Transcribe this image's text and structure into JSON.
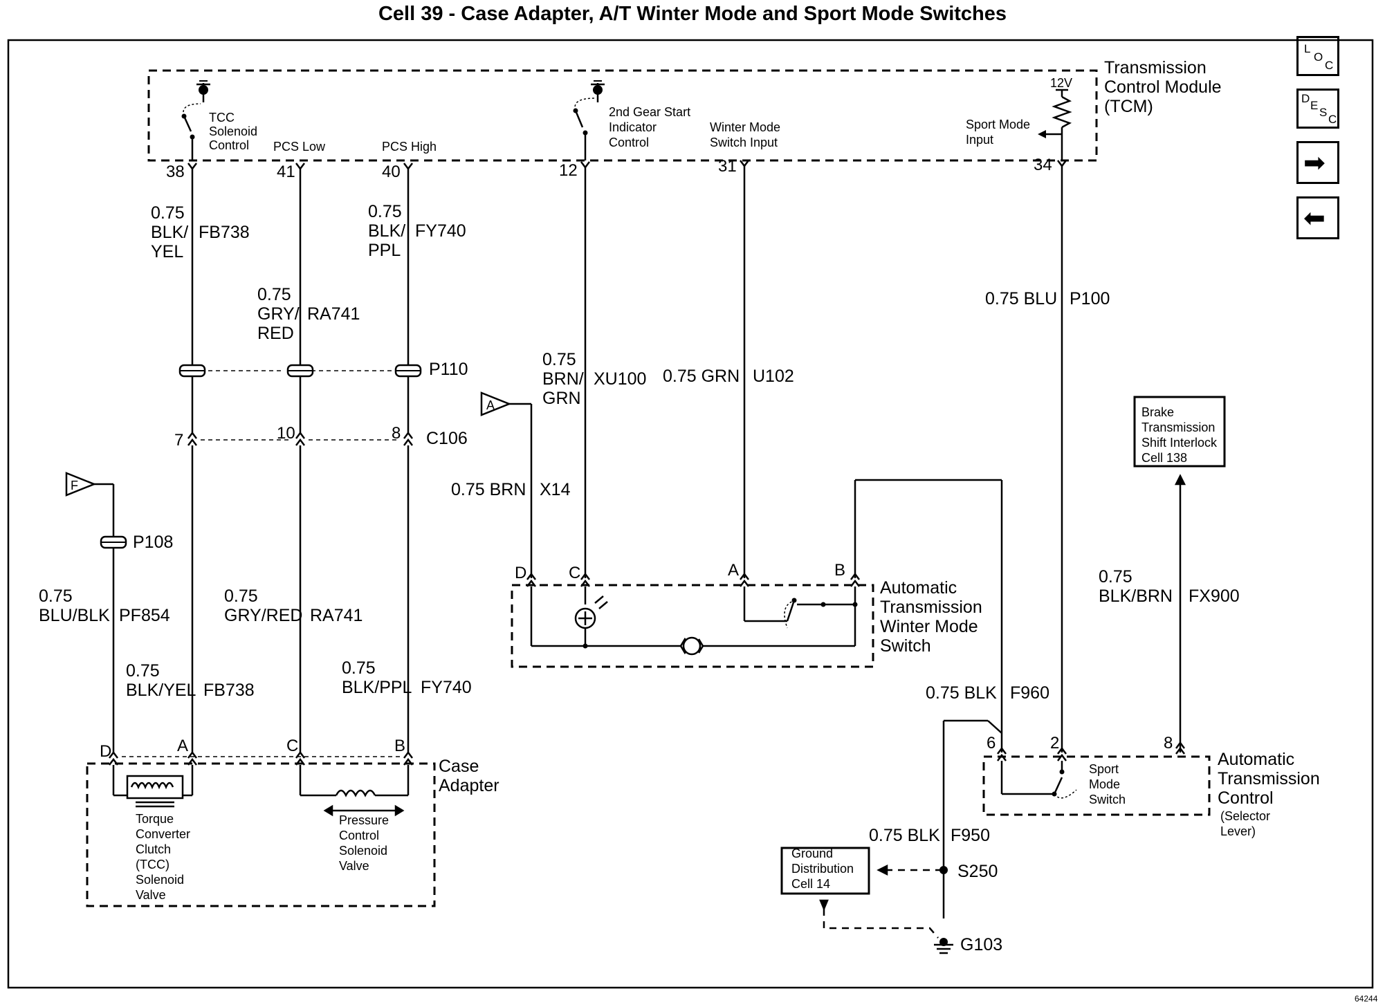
{
  "title": "Cell 39 - Case Adapter, A/T Winter Mode and Sport Mode Switches",
  "figure_number": "64244",
  "nav": {
    "loc_letters": [
      "L",
      "O",
      "C"
    ],
    "desc_letters": [
      "D",
      "E",
      "S",
      "C"
    ],
    "next_glyph": "➡",
    "prev_glyph": "⬅"
  },
  "tcm": {
    "name_lines": [
      "Transmission",
      "Control Module",
      "(TCM)"
    ],
    "supply": "12V",
    "circuits": {
      "tcc": [
        "TCC",
        "Solenoid",
        "Control"
      ],
      "pcs_low": "PCS Low",
      "pcs_high": "PCS High",
      "second_gear": [
        "2nd Gear Start",
        "Indicator",
        "Control"
      ],
      "winter": [
        "Winter Mode",
        "Switch Input"
      ],
      "sport": [
        "Sport Mode",
        "Input"
      ]
    },
    "pins": {
      "tcc": "38",
      "pcs_low": "41",
      "pcs_high": "40",
      "second_gear": "12",
      "winter": "31",
      "sport": "34"
    }
  },
  "wires": {
    "w38_top": {
      "size": "0.75",
      "color_lines": [
        "BLK/",
        "YEL"
      ],
      "circuit": "FB738"
    },
    "w41_top": {
      "size": "0.75",
      "color_lines": [
        "GRY/",
        "RED"
      ],
      "circuit": "RA741"
    },
    "w40_top": {
      "size": "0.75",
      "color_lines": [
        "BLK/",
        "PPL"
      ],
      "circuit": "FY740"
    },
    "w12": {
      "size": "0.75",
      "color_lines": [
        "BRN/",
        "GRN"
      ],
      "circuit": "XU100"
    },
    "w31": {
      "label": "0.75 GRN",
      "circuit": "U102"
    },
    "w34": {
      "label": "0.75 BLU",
      "circuit": "P100"
    },
    "wx14": {
      "label": "0.75 BRN",
      "circuit": "X14"
    },
    "wf_lower": {
      "size": "0.75",
      "color": "BLU/BLK",
      "circuit": "PF854"
    },
    "wa_lower": {
      "size": "0.75",
      "color": "BLK/YEL",
      "circuit": "FB738"
    },
    "wc_lower": {
      "size": "0.75",
      "color": "GRY/RED",
      "circuit": "RA741"
    },
    "wb_lower": {
      "size": "0.75",
      "color": "BLK/PPL",
      "circuit": "FY740"
    },
    "w_fx900": {
      "size": "0.75",
      "color": "BLK/BRN",
      "circuit": "FX900"
    },
    "w_f960": {
      "label": "0.75 BLK",
      "circuit": "F960"
    },
    "w_f950": {
      "label": "0.75 BLK",
      "circuit": "F950"
    }
  },
  "connectors": {
    "p110": "P110",
    "c106": {
      "name": "C106",
      "pins": [
        "7",
        "10",
        "8"
      ]
    },
    "p108": "P108",
    "s250": "S250",
    "g103": "G103"
  },
  "offpage": {
    "a": "A",
    "f": "F"
  },
  "winter_switch": {
    "name_lines": [
      "Automatic",
      "Transmission",
      "Winter Mode",
      "Switch"
    ],
    "pins": [
      "D",
      "C",
      "A",
      "B"
    ]
  },
  "case_adapter": {
    "name_lines": [
      "Case",
      "Adapter"
    ],
    "pins": [
      "D",
      "A",
      "C",
      "B"
    ],
    "tcc_valve_lines": [
      "Torque",
      "Converter",
      "Clutch",
      "(TCC)",
      "Solenoid",
      "Valve"
    ],
    "pcs_valve_lines": [
      "Pressure",
      "Control",
      "Solenoid",
      "Valve"
    ]
  },
  "atc": {
    "name_lines": [
      "Automatic",
      "Transmission",
      "Control"
    ],
    "sub_lines": [
      "(Selector",
      "Lever)"
    ],
    "pins": [
      "6",
      "2",
      "8"
    ],
    "switch_lines": [
      "Sport",
      "Mode",
      "Switch"
    ]
  },
  "btsi": {
    "lines": [
      "Brake",
      "Transmission",
      "Shift Interlock",
      "Cell 138"
    ]
  },
  "ground_dist": {
    "lines": [
      "Ground",
      "Distribution",
      "Cell 14"
    ]
  }
}
